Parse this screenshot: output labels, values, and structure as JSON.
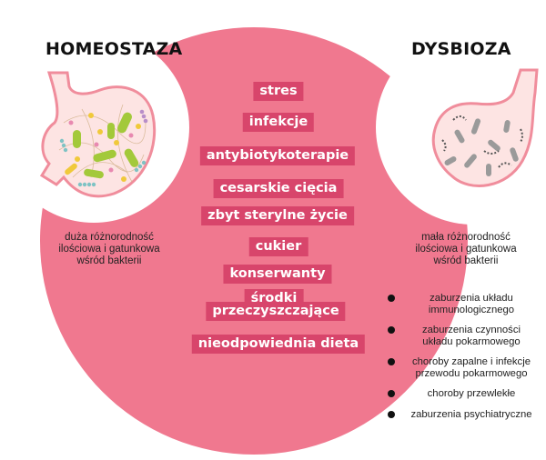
{
  "left": {
    "title": "HOMEOSTAZA",
    "caption_lines": [
      "duża różnorodność",
      "ilościowa i gatunkowa",
      "wśród bakterii"
    ]
  },
  "right": {
    "title": "DYSBIOZA",
    "caption_lines": [
      "mała różnorodność",
      "ilościowa i gatunkowa",
      "wśród bakterii"
    ]
  },
  "factors": [
    "stres",
    "infekcje",
    "antybiotykoterapie",
    "cesarskie cięcia",
    "zbyt sterylne życie",
    "cukier",
    "konserwanty",
    "środki",
    "przeczyszczające",
    "nieodpowiednia dieta"
  ],
  "effects": [
    [
      "zaburzenia układu",
      "immunologicznego"
    ],
    [
      "zaburzenia czynności",
      "układu pokarmowego"
    ],
    [
      "choroby zapalne i infekcje",
      "przewodu pokarmowego"
    ],
    [
      "choroby przewlekłe"
    ],
    [
      "zaburzenia psychiatryczne"
    ]
  ],
  "colors": {
    "circle": "#f0788f",
    "label_bg": "#d8456b",
    "stomach_fill": "#fde4e3",
    "stomach_outline": "#f08d9c",
    "bacteria_green": "#a3c93a",
    "bacteria_yellow": "#f0c93a",
    "bacteria_blue": "#7fc3c4",
    "bacteria_gray": "#9a9a9a"
  },
  "icons": [
    "healthy-stomach-icon",
    "dysbiosis-stomach-icon",
    "bullet-icon"
  ]
}
